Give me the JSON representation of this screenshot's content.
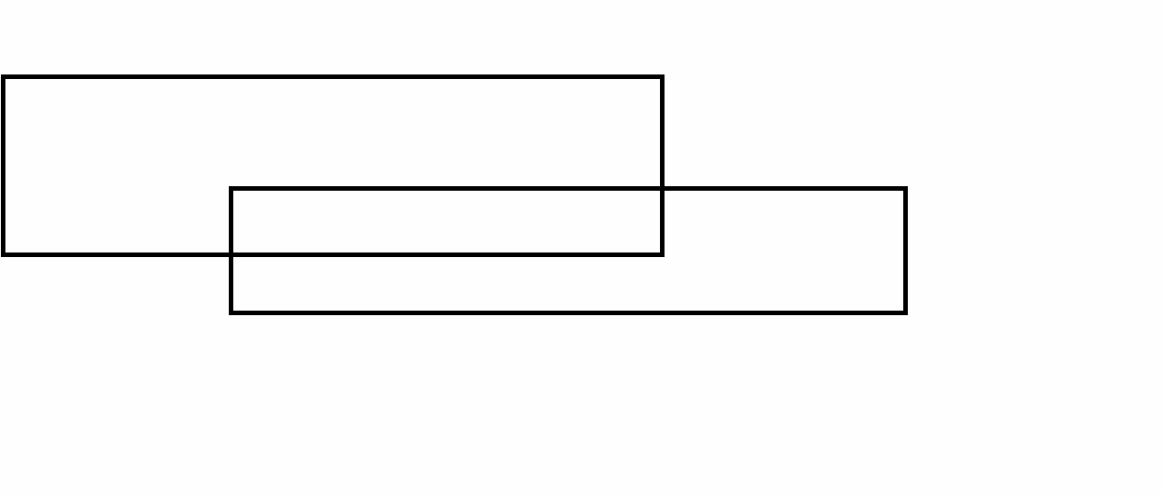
{
  "diagram": {
    "background": "#fefefe",
    "shapes": [
      {
        "kind": "rectangle",
        "fill": "none",
        "stroke": "#000000"
      },
      {
        "kind": "rectangle",
        "fill": "none",
        "stroke": "#000000"
      }
    ]
  }
}
